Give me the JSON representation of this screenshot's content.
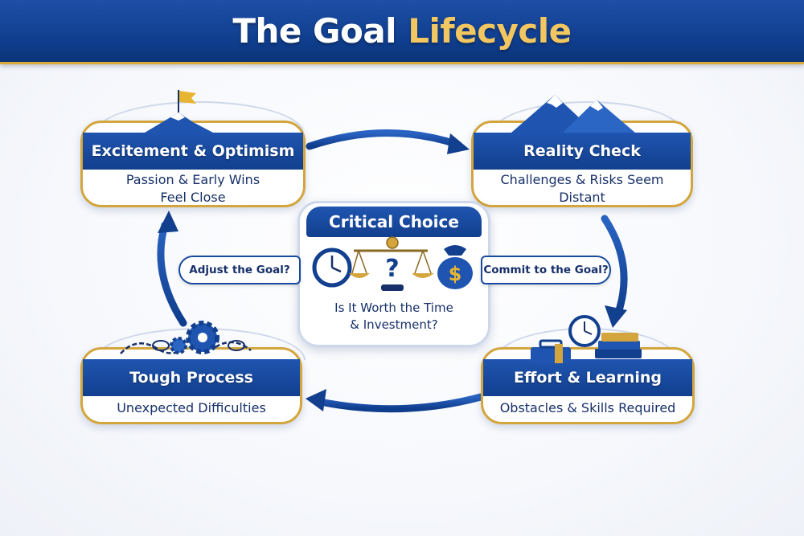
{
  "header": {
    "title_main": "The Goal",
    "title_accent": "Lifecycle"
  },
  "stages": {
    "excitement": {
      "title": "Excitement & Optimism",
      "line1": "Passion & Early Wins",
      "line2": "Feel Close"
    },
    "reality": {
      "title": "Reality Check",
      "line1": "Challenges & Risks Seem",
      "line2": "Distant"
    },
    "effort": {
      "title": "Effort & Learning",
      "line1": "Obstacles & Skills Required"
    },
    "tough": {
      "title": "Tough Process",
      "line1": "Unexpected Difficulties"
    }
  },
  "center": {
    "title": "Critical Choice",
    "line1": "Is It Worth the Time",
    "line2": "& Investment?",
    "dollar_glyph": "$",
    "question_glyph": "?"
  },
  "choices": {
    "adjust": "Adjust the Goal?",
    "commit": "Commit to the Goal?"
  },
  "colors": {
    "navy": "#123f8e",
    "royal_blue": "#1f55b0",
    "gold": "#d3a53c",
    "flag_gold": "#e8b532",
    "text_navy": "#17306a"
  },
  "icons": [
    "mountain-flag-icon",
    "mountains-icon",
    "clock-icon",
    "scale-icon",
    "money-bag-icon",
    "gear-icon",
    "chain-icon",
    "books-icon",
    "toolbox-icon"
  ]
}
